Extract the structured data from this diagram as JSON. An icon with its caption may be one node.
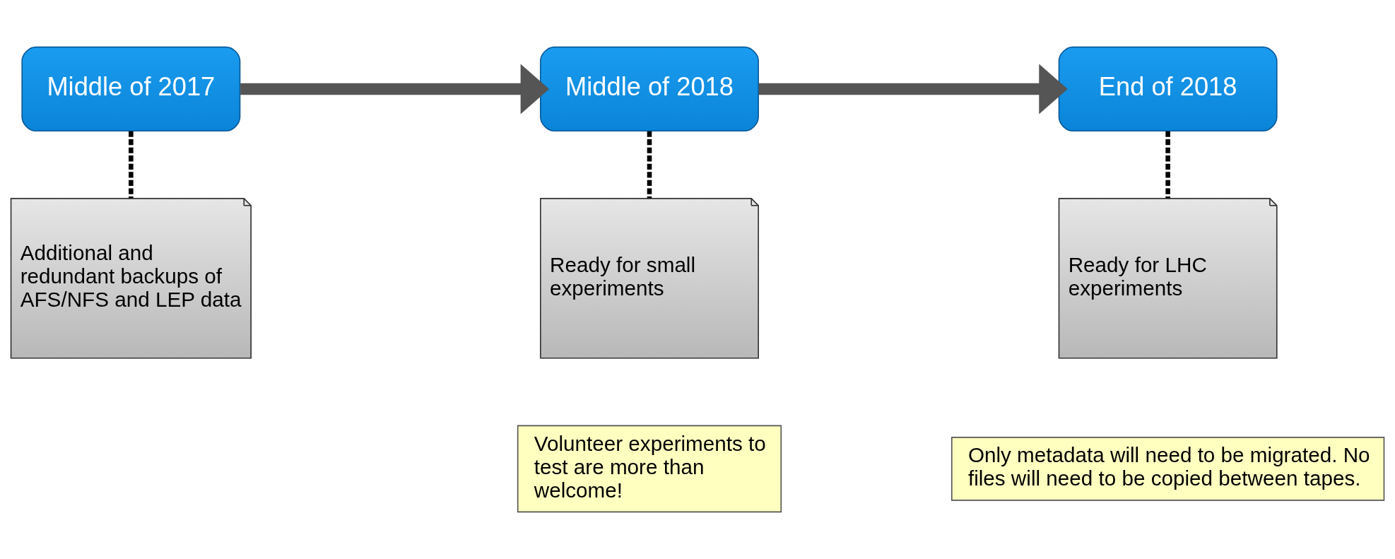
{
  "diagram": {
    "nodes": [
      {
        "text": [
          "Middle of 2017"
        ]
      },
      {
        "text": [
          "Additional and redundant backups of AFS/NFS and LEP data"
        ]
      },
      {
        "text": [
          "Middle of 2018"
        ]
      },
      {
        "text": [
          "Ready for small experiments"
        ]
      },
      {
        "text": [
          "End of 2018"
        ]
      },
      {
        "text": [
          "Ready for LHC experiments"
        ]
      },
      {
        "text": [
          "Volunteer experiments to test are more than welcome!"
        ]
      },
      {
        "text": [
          "Only metadata will need to be migrated. No files will need to be copied between tapes."
        ]
      }
    ],
    "edges": [
      {
        "from": 0,
        "to": 2,
        "arrow": "to",
        "style": "thick"
      },
      {
        "from": 2,
        "to": 4,
        "arrow": "to",
        "style": "thick"
      },
      {
        "from": 0,
        "to": 1,
        "arrow": "none",
        "style": "dashed"
      },
      {
        "from": 2,
        "to": 3,
        "arrow": "none",
        "style": "dashed"
      },
      {
        "from": 4,
        "to": 5,
        "arrow": "none",
        "style": "dashed"
      }
    ]
  }
}
